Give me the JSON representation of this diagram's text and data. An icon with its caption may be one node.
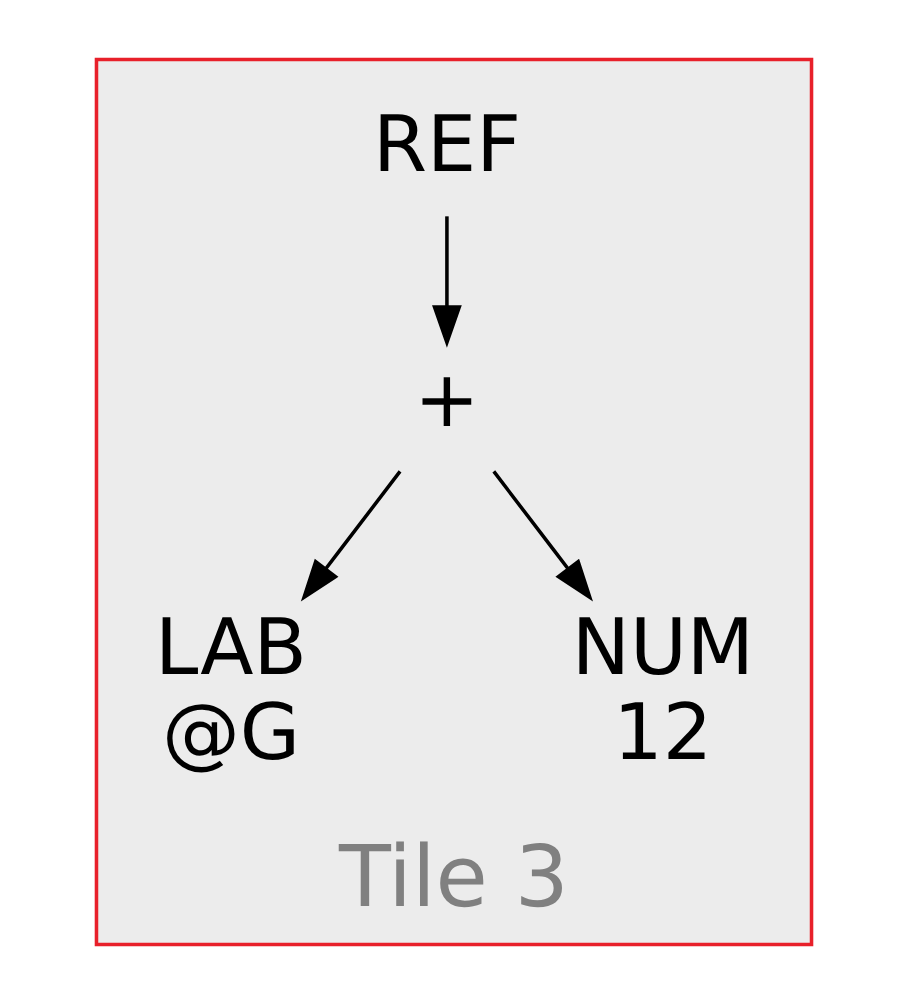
{
  "diagram": {
    "nodes": [
      {
        "text": [
          "Tile 3"
        ]
      },
      {
        "text": [
          "REF"
        ],
        "in": 0
      },
      {
        "text": [
          "+"
        ],
        "in": 0
      },
      {
        "text": [
          "LAB",
          "@G"
        ],
        "in": 0
      },
      {
        "text": [
          "NUM",
          "12"
        ],
        "in": 0
      }
    ],
    "edges": [
      {
        "from": 1,
        "to": 2,
        "arrow": "to"
      },
      {
        "from": 2,
        "to": 3,
        "arrow": "to"
      },
      {
        "from": 2,
        "to": 4,
        "arrow": "to"
      }
    ]
  }
}
